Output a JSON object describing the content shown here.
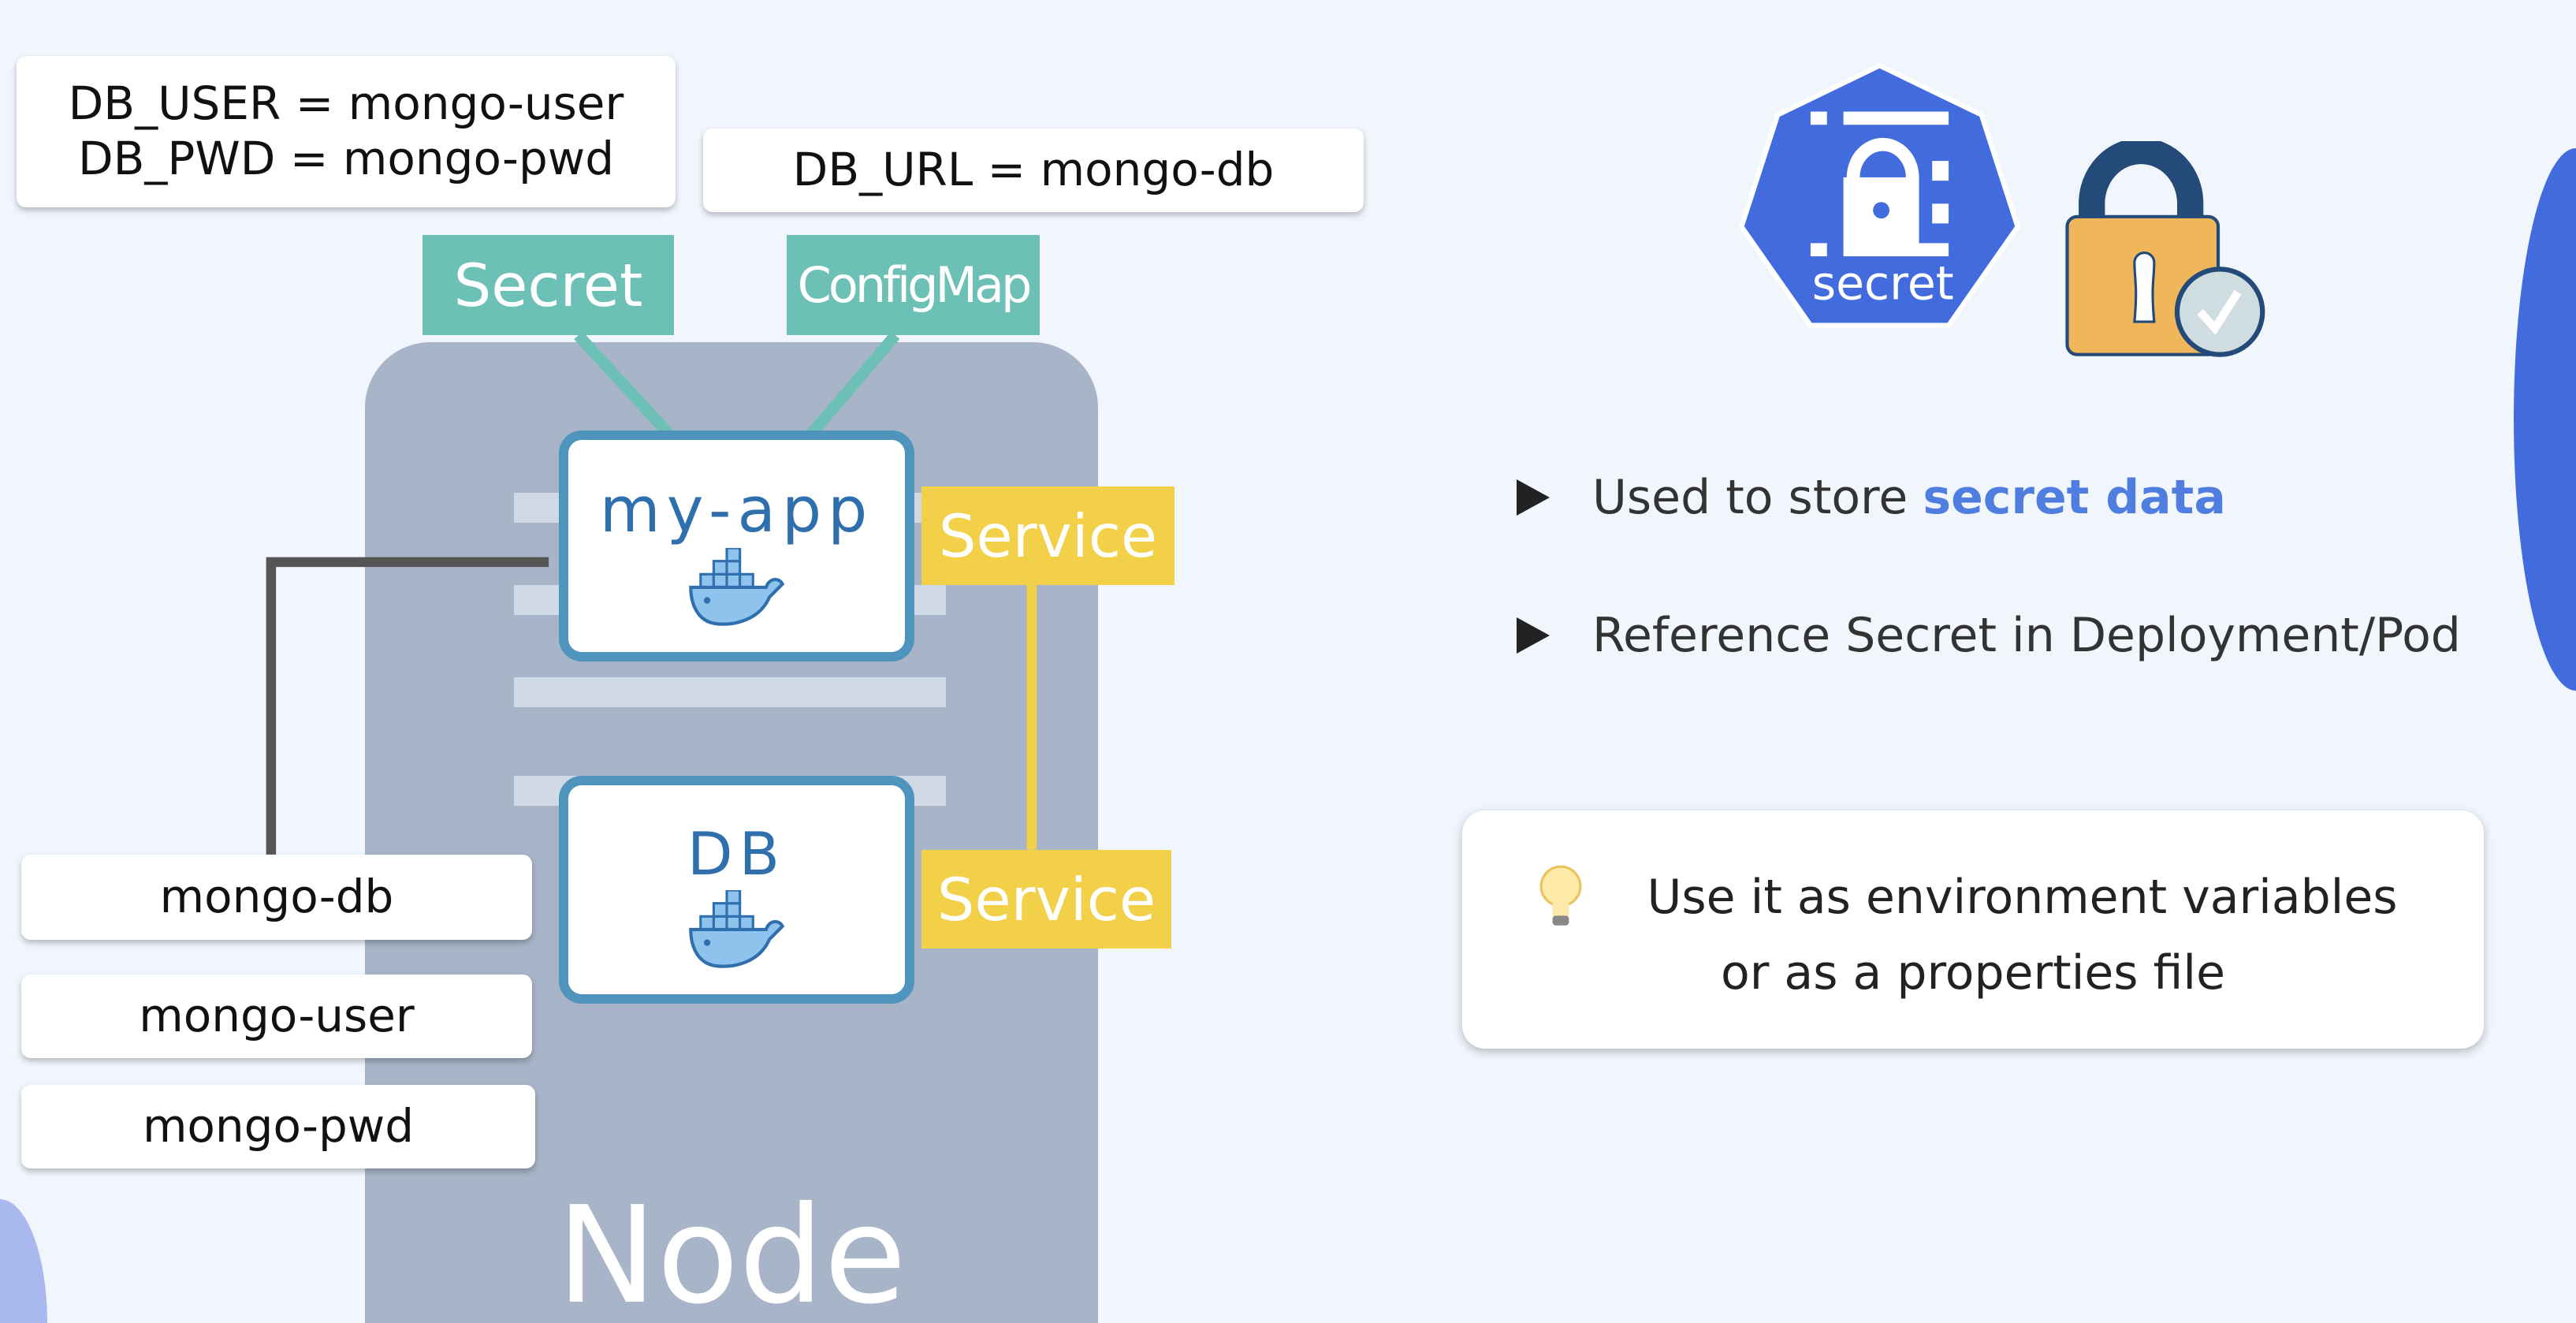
{
  "env_secret": {
    "line1": "DB_USER = mongo-user",
    "line2": "DB_PWD = mongo-pwd"
  },
  "env_config": {
    "line1": "DB_URL = mongo-db"
  },
  "labels": {
    "secret": "Secret",
    "configmap": "ConfigMap",
    "service_app": "Service",
    "service_db": "Service",
    "node": "Node"
  },
  "pods": {
    "app": "my-app",
    "db": "DB"
  },
  "values": [
    "mongo-db",
    "mongo-user",
    "mongo-pwd"
  ],
  "icon_text": {
    "secret_badge": "secret"
  },
  "bullets": [
    {
      "text": "Used to store ",
      "highlight": "secret data"
    },
    {
      "text": "Reference Secret in Deployment/Pod"
    }
  ],
  "tip": {
    "line1": "Use it as environment variables",
    "line2": "or as a properties file"
  },
  "colors": {
    "teal": "#6cc0b6",
    "yellow": "#f2d048",
    "node": "#a8b5c8",
    "accent": "#4f7de0",
    "k8s_blue": "#426bdd"
  }
}
